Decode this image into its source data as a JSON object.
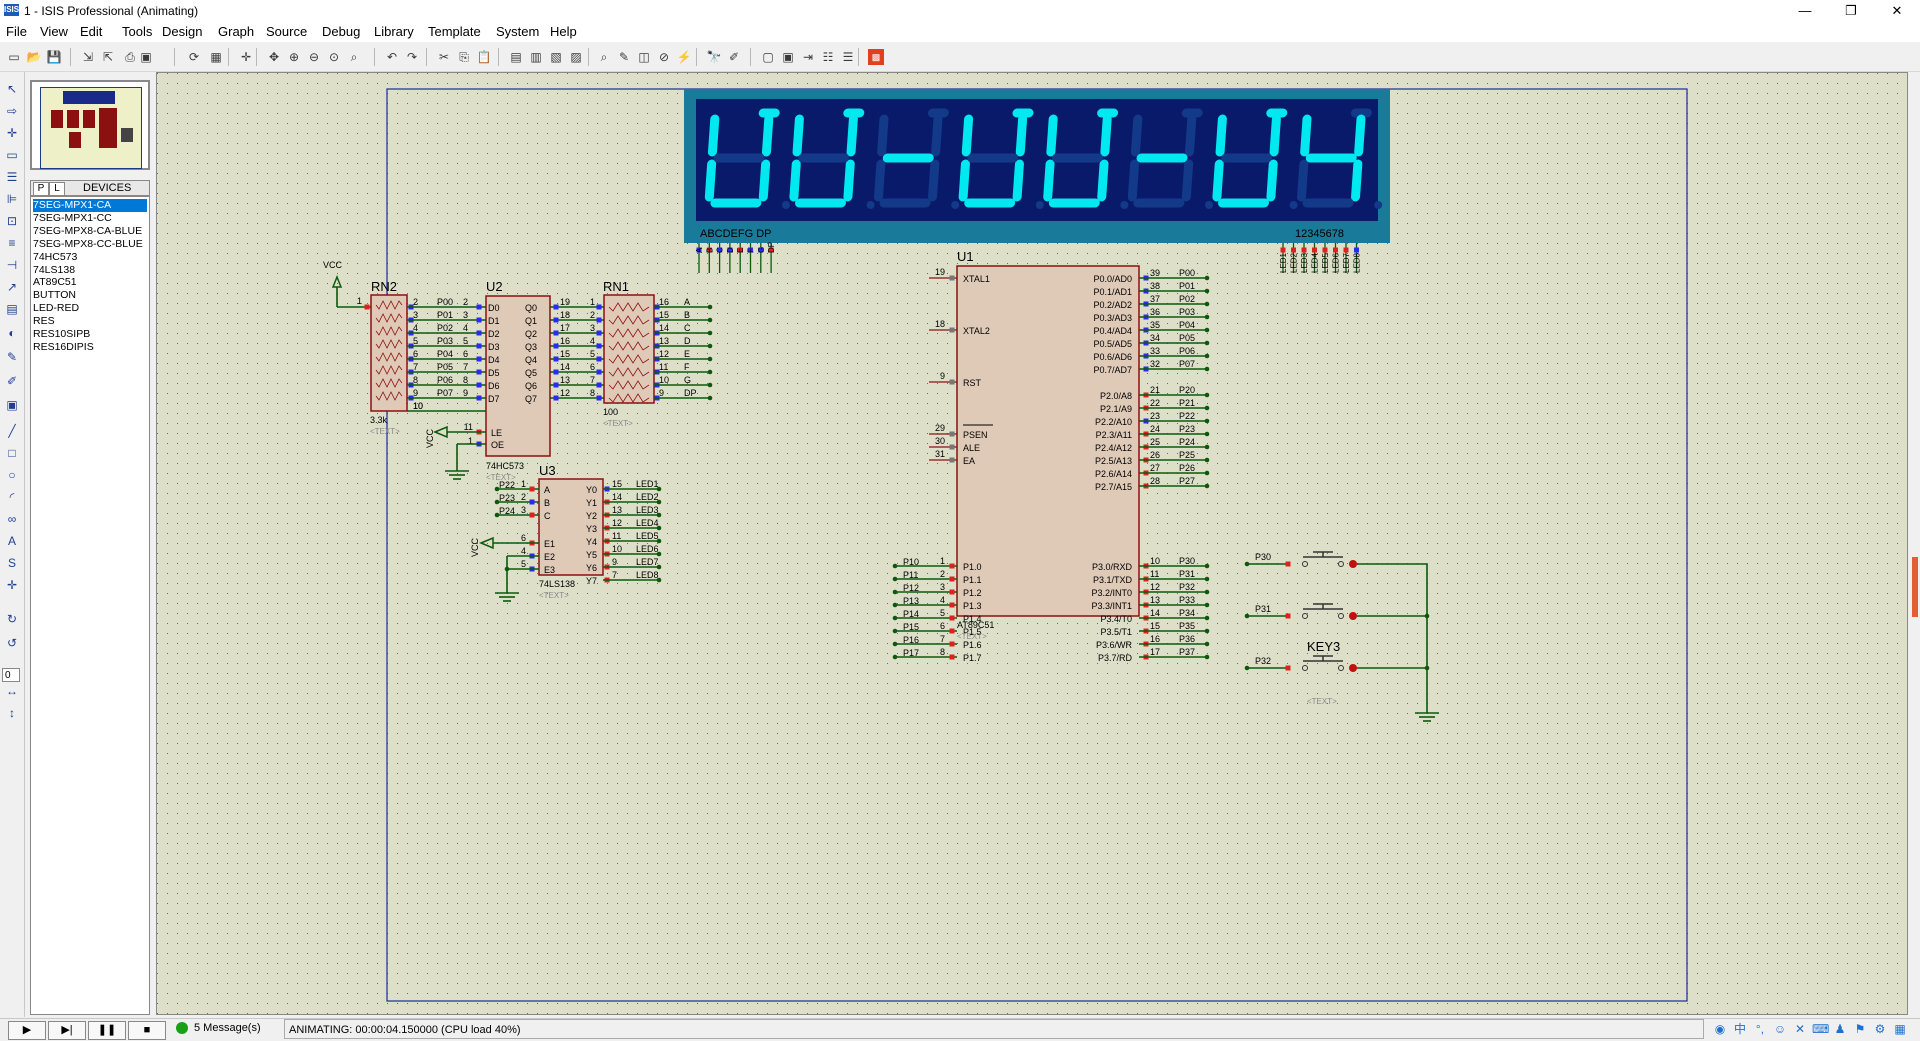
{
  "window": {
    "app_icon": "ISIS",
    "title": "1 - ISIS Professional (Animating)",
    "btn_minimize": "—",
    "btn_restore": "❐",
    "btn_close": "✕"
  },
  "menu": [
    "File",
    "View",
    "Edit",
    "Tools",
    "Design",
    "Graph",
    "Source",
    "Debug",
    "Library",
    "Template",
    "System",
    "Help"
  ],
  "toolbar_icons": [
    "new-file-icon",
    "open-file-icon",
    "save-icon",
    "import-icon",
    "export-icon",
    "print-icon",
    "area-icon",
    "refresh-icon",
    "grid-icon",
    "origin-icon",
    "pan-icon",
    "zoom-in-icon",
    "zoom-out-icon",
    "zoom-all-icon",
    "zoom-area-icon",
    "undo-icon",
    "redo-icon",
    "cut-icon",
    "copy-icon",
    "paste-icon",
    "block-copy-icon",
    "block-move-icon",
    "block-rotate-icon",
    "block-delete-icon",
    "pick-device-icon",
    "make-device-icon",
    "package-icon",
    "decompose-icon",
    "wire-autoroute-icon",
    "search-icon",
    "property-tool-icon",
    "new-sheet-icon",
    "remove-sheet-icon",
    "goto-sheet-icon",
    "bom-icon",
    "netlist-icon",
    "ares-icon"
  ],
  "device_panel": {
    "p_label": "P",
    "l_label": "L",
    "title": "DEVICES",
    "items": [
      "7SEG-MPX1-CA",
      "7SEG-MPX1-CC",
      "7SEG-MPX8-CA-BLUE",
      "7SEG-MPX8-CC-BLUE",
      "74HC573",
      "74LS138",
      "AT89C51",
      "BUTTON",
      "LED-RED",
      "RES",
      "RES10SIPB",
      "RES16DIPIS"
    ],
    "selected": 0
  },
  "rotation_value": "0",
  "status": {
    "message_count": "5 Message(s)",
    "animating": "ANIMATING: 00:00:04.150000 (CPU load 40%)"
  },
  "colors": {
    "canvas_bg": "#dedfc9",
    "component_fill": "#dfcab8",
    "component_border": "#8b1010",
    "wire": "#0a5a0a",
    "display_bg": "#0a1a6a",
    "display_frame": "#1a7a9a",
    "segment_on": "#00e8f0",
    "segment_off": "#123a88"
  },
  "schematic": {
    "display": {
      "digits": [
        "0",
        "0",
        "-",
        "0",
        "0",
        "-",
        "0",
        "4"
      ],
      "seg_label": "ABCDEFG DP",
      "digit_label": "12345678",
      "seg_pins": [
        "A",
        "B",
        "C",
        "D",
        "E",
        "F",
        "G",
        "DP"
      ],
      "digit_pins": [
        "LED1",
        "LED2",
        "LED3",
        "LED4",
        "LED5",
        "LED6",
        "LED7",
        "LED8"
      ]
    },
    "vcc_label": "VCC",
    "text_placeholder": "<TEXT>",
    "rn2": {
      "ref": "RN2",
      "value": "3.3k",
      "left_pin": "1",
      "pins": [
        "2",
        "3",
        "4",
        "5",
        "6",
        "7",
        "8",
        "9",
        "10"
      ],
      "nets": [
        "P00",
        "P01",
        "P02",
        "P03",
        "P04",
        "P05",
        "P06",
        "P07"
      ]
    },
    "u2": {
      "ref": "U2",
      "part": "74HC573",
      "left_pins": [
        "2",
        "3",
        "4",
        "5",
        "6",
        "7",
        "8",
        "9"
      ],
      "left_names": [
        "D0",
        "D1",
        "D2",
        "D3",
        "D4",
        "D5",
        "D6",
        "D7"
      ],
      "right_pins": [
        "19",
        "18",
        "17",
        "16",
        "15",
        "14",
        "13",
        "12"
      ],
      "right_names": [
        "Q0",
        "Q1",
        "Q2",
        "Q3",
        "Q4",
        "Q5",
        "Q6",
        "Q7"
      ],
      "le_pin": "11",
      "le_name": "LE",
      "oe_pin": "1",
      "oe_name": "OE"
    },
    "rn1": {
      "ref": "RN1",
      "value": "100",
      "left_pins": [
        "1",
        "2",
        "3",
        "4",
        "5",
        "6",
        "7",
        "8"
      ],
      "right_pins": [
        "16",
        "15",
        "14",
        "13",
        "12",
        "11",
        "10",
        "9"
      ],
      "nets": [
        "A",
        "B",
        "C",
        "D",
        "E",
        "F",
        "G",
        "DP"
      ]
    },
    "u3": {
      "ref": "U3",
      "part": "74LS138",
      "in_nets": [
        "P22",
        "P23",
        "P24"
      ],
      "in_pins": [
        "1",
        "2",
        "3"
      ],
      "in_names": [
        "A",
        "B",
        "C"
      ],
      "en_pins": [
        "6",
        "4",
        "5"
      ],
      "en_names": [
        "E1",
        "E2",
        "E3"
      ],
      "out_pins": [
        "15",
        "14",
        "13",
        "12",
        "11",
        "10",
        "9",
        "7"
      ],
      "out_names": [
        "Y0",
        "Y1",
        "Y2",
        "Y3",
        "Y4",
        "Y5",
        "Y6",
        "Y7"
      ],
      "out_nets": [
        "LED1",
        "LED2",
        "LED3",
        "LED4",
        "LED5",
        "LED6",
        "LED7",
        "LED8"
      ]
    },
    "u1": {
      "ref": "U1",
      "part": "AT89C51",
      "left_top": [
        {
          "pin": "19",
          "name": "XTAL1"
        },
        {
          "pin": "18",
          "name": "XTAL2"
        },
        {
          "pin": "9",
          "name": "RST"
        },
        {
          "pin": "29",
          "name": "PSEN"
        },
        {
          "pin": "30",
          "name": "ALE"
        },
        {
          "pin": "31",
          "name": "EA"
        }
      ],
      "p1_pins": [
        "1",
        "2",
        "3",
        "4",
        "5",
        "6",
        "7",
        "8"
      ],
      "p1_names": [
        "P1.0",
        "P1.1",
        "P1.2",
        "P1.3",
        "P1.4",
        "P1.5",
        "P1.6",
        "P1.7"
      ],
      "p1_nets": [
        "P10",
        "P11",
        "P12",
        "P13",
        "P14",
        "P15",
        "P16",
        "P17"
      ],
      "p0_pins": [
        "39",
        "38",
        "37",
        "36",
        "35",
        "34",
        "33",
        "32"
      ],
      "p0_names": [
        "P0.0/AD0",
        "P0.1/AD1",
        "P0.2/AD2",
        "P0.3/AD3",
        "P0.4/AD4",
        "P0.5/AD5",
        "P0.6/AD6",
        "P0.7/AD7"
      ],
      "p0_nets": [
        "P00",
        "P01",
        "P02",
        "P03",
        "P04",
        "P05",
        "P06",
        "P07"
      ],
      "p2_pins": [
        "21",
        "22",
        "23",
        "24",
        "25",
        "26",
        "27",
        "28"
      ],
      "p2_names": [
        "P2.0/A8",
        "P2.1/A9",
        "P2.2/A10",
        "P2.3/A11",
        "P2.4/A12",
        "P2.5/A13",
        "P2.6/A14",
        "P2.7/A15"
      ],
      "p2_nets": [
        "P20",
        "P21",
        "P22",
        "P23",
        "P24",
        "P25",
        "P26",
        "P27"
      ],
      "p3_pins": [
        "10",
        "11",
        "12",
        "13",
        "14",
        "15",
        "16",
        "17"
      ],
      "p3_names": [
        "P3.0/RXD",
        "P3.1/TXD",
        "P3.2/INT0",
        "P3.3/INT1",
        "P3.4/T0",
        "P3.5/T1",
        "P3.6/WR",
        "P3.7/RD"
      ],
      "p3_nets": [
        "P30",
        "P31",
        "P32",
        "P33",
        "P34",
        "P35",
        "P36",
        "P37"
      ]
    },
    "keys": {
      "ref": "KEY3",
      "nets": [
        "P30",
        "P31",
        "P32"
      ]
    }
  }
}
